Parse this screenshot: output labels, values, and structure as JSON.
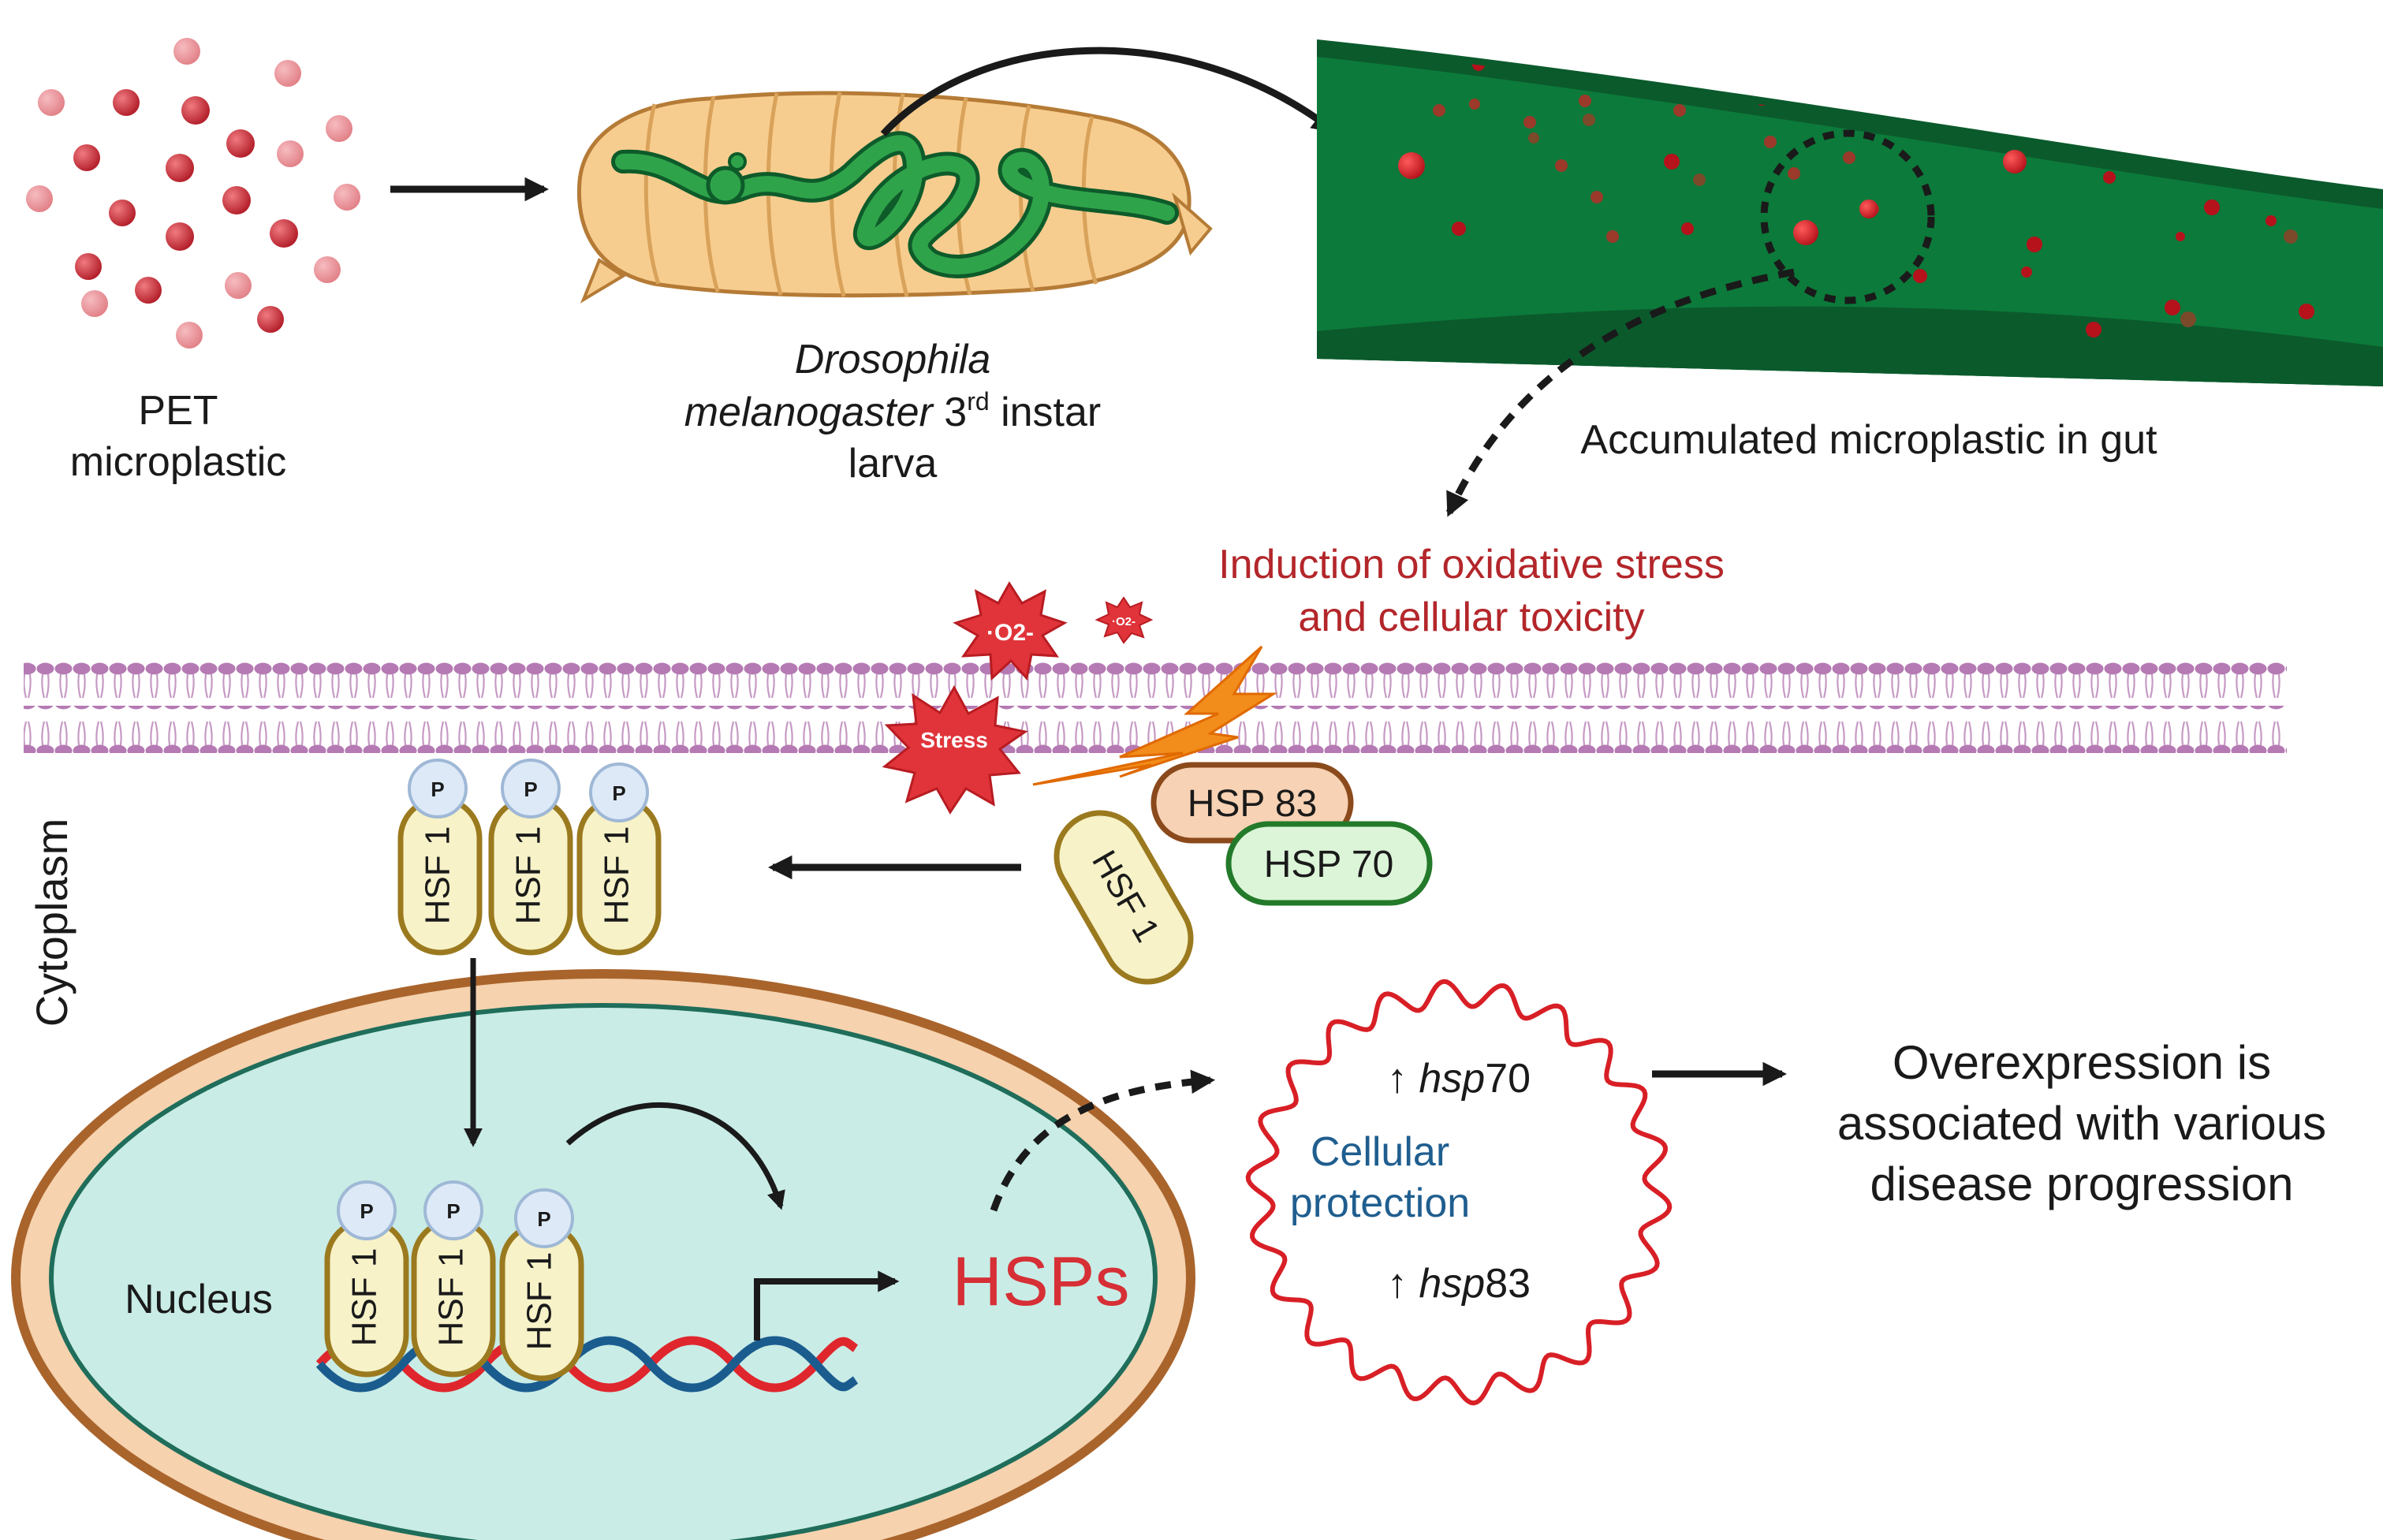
{
  "labels": {
    "pet_line1": "PET",
    "pet_line2": "microplastic",
    "larva_line1": "Drosophila",
    "larva_line2_italic": "melanogaster",
    "larva_line2_rest": " 3",
    "larva_superscript": "rd",
    "larva_line2_end": " instar",
    "larva_line3": "larva",
    "gut_caption": "Accumulated microplastic in gut",
    "induction_line1": "Induction of oxidative stress",
    "induction_line2": "and cellular toxicity",
    "superoxide_large": "·O2-",
    "superoxide_small": "·O2-",
    "stress_burst": "Stress",
    "cytoplasm": "Cytoplasm",
    "nucleus": "Nucleus",
    "hsf1": "HSF 1",
    "phospho": "P",
    "hsp83": "HSP 83",
    "hsp70": "HSP 70",
    "hsps": "HSPs",
    "up_arrow": "↑",
    "hsp70_gene_italic": "hsp",
    "hsp70_gene_num": "70",
    "hsp83_gene_italic": "hsp",
    "hsp83_gene_num": "83",
    "protection_line1": "Cellular",
    "protection_line2": "protection",
    "outcome_line1": "Overexpression is",
    "outcome_line2": "associated with various",
    "outcome_line3": "disease progression"
  },
  "colors": {
    "text": "#1a1a1a",
    "red_text": "#b3262a",
    "blue_text": "#1f5e8f",
    "hsps_text": "#d62f35",
    "gut_green": "#0c7a3a",
    "gut_dark": "#0b5a2c",
    "membrane": "#b57ab3",
    "nucleus_fill": "#c9ece6",
    "nuclear_envelope": "#a9642c",
    "hsf_fill": "#f7f2c8",
    "hsf_stroke": "#9b7a1f",
    "hsp83_fill": "#f7d2b4",
    "hsp83_stroke": "#8b4a1c",
    "hsp70_fill": "#dcf5d8",
    "hsp70_stroke": "#237a2a",
    "phospho_fill": "#dde9f7",
    "bolt": "#f28c1a",
    "burst": "#e0343a",
    "dna_red": "#e0262d",
    "dna_blue": "#1b5c8f",
    "wavy_circle": "#d81f26"
  },
  "icons": {
    "microplastic_cluster": "red-particle-dots",
    "larva": "drosophila-larva-illustration",
    "gut": "gut-tissue-section",
    "membrane": "lipid-bilayer",
    "bolt": "lightning-bolt-icon",
    "dna": "dna-double-helix-icon"
  }
}
